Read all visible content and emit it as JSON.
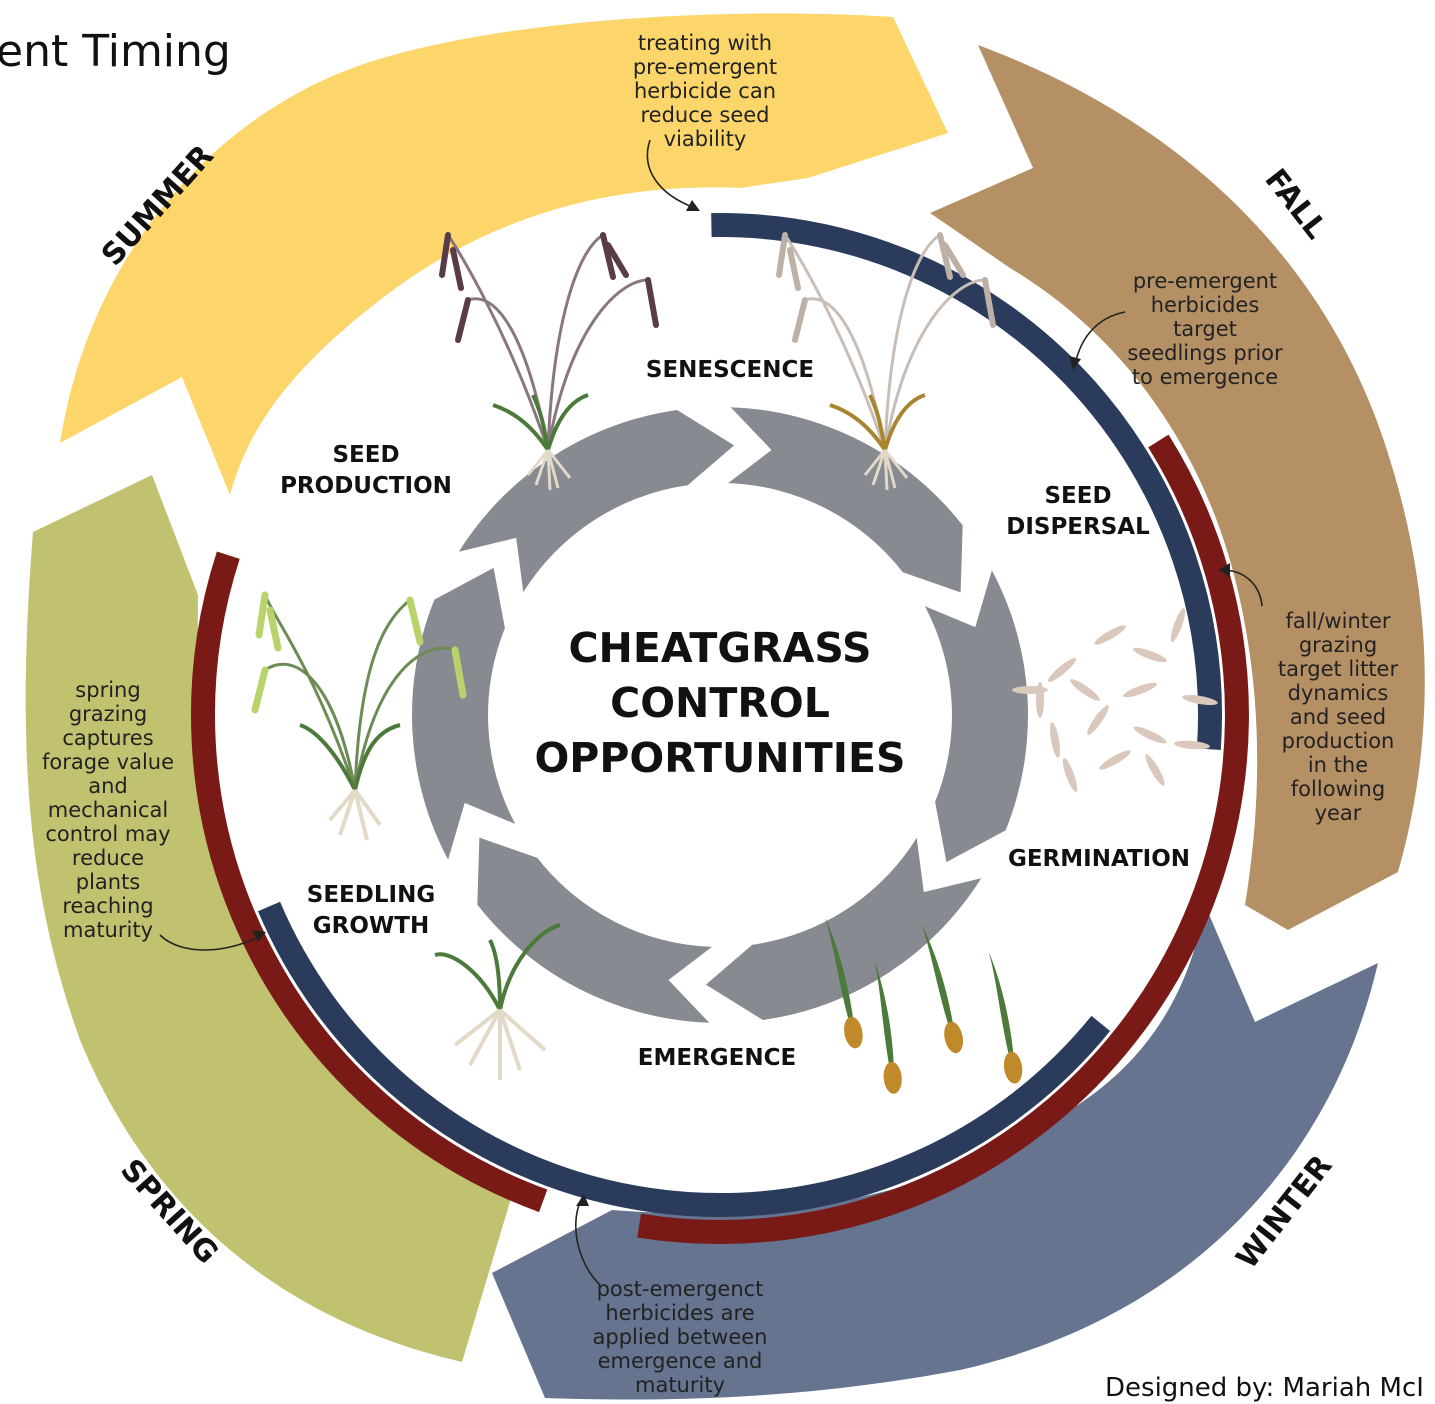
{
  "header": {
    "title_fragment": "ent Timing"
  },
  "center": {
    "lines": [
      "CHEATGRASS",
      "CONTROL",
      "OPPORTUNITIES"
    ]
  },
  "seasons": {
    "summer": "SUMMER",
    "fall": "FALL",
    "winter": "WINTER",
    "spring": "SPRING"
  },
  "stages": {
    "senescence": [
      "SENESCENCE"
    ],
    "seed_production": [
      "SEED",
      "PRODUCTION"
    ],
    "seed_dispersal": [
      "SEED",
      "DISPERSAL"
    ],
    "germination": [
      "GERMINATION"
    ],
    "emergence": [
      "EMERGENCE"
    ],
    "seedling_growth": [
      "SEEDLING",
      "GROWTH"
    ]
  },
  "annotations": {
    "summer": [
      "treating with",
      "pre-emergent",
      "herbicide can",
      "reduce seed",
      "viability"
    ],
    "fall": [
      "pre-emergent",
      "herbicides",
      "target",
      "seedlings prior",
      "to emergence"
    ],
    "fall_winter": [
      "fall/winter",
      "grazing",
      "target litter",
      "dynamics",
      "and seed",
      "production",
      "in the",
      "following",
      "year"
    ],
    "spring": [
      "spring",
      "grazing",
      "captures",
      "forage value",
      "and",
      "mechanical",
      "control may",
      "reduce",
      "plants",
      "reaching",
      "maturity"
    ],
    "winter": [
      "post-emergenct",
      "herbicides are",
      "applied between",
      "emergence and",
      "maturity"
    ]
  },
  "credit": "Designed by: Mariah McI",
  "colors": {
    "summer": "#fcd56b",
    "fall": "#b59065",
    "winter": "#66748f",
    "spring": "#c0c26f",
    "navy": "#2a3b5c",
    "maroon": "#7a1a17",
    "cycle_gray": "#878a91",
    "grass_green": "#4c7a3a",
    "seed_tan": "#d9c8bb",
    "sprout_gold": "#c08a2a"
  }
}
